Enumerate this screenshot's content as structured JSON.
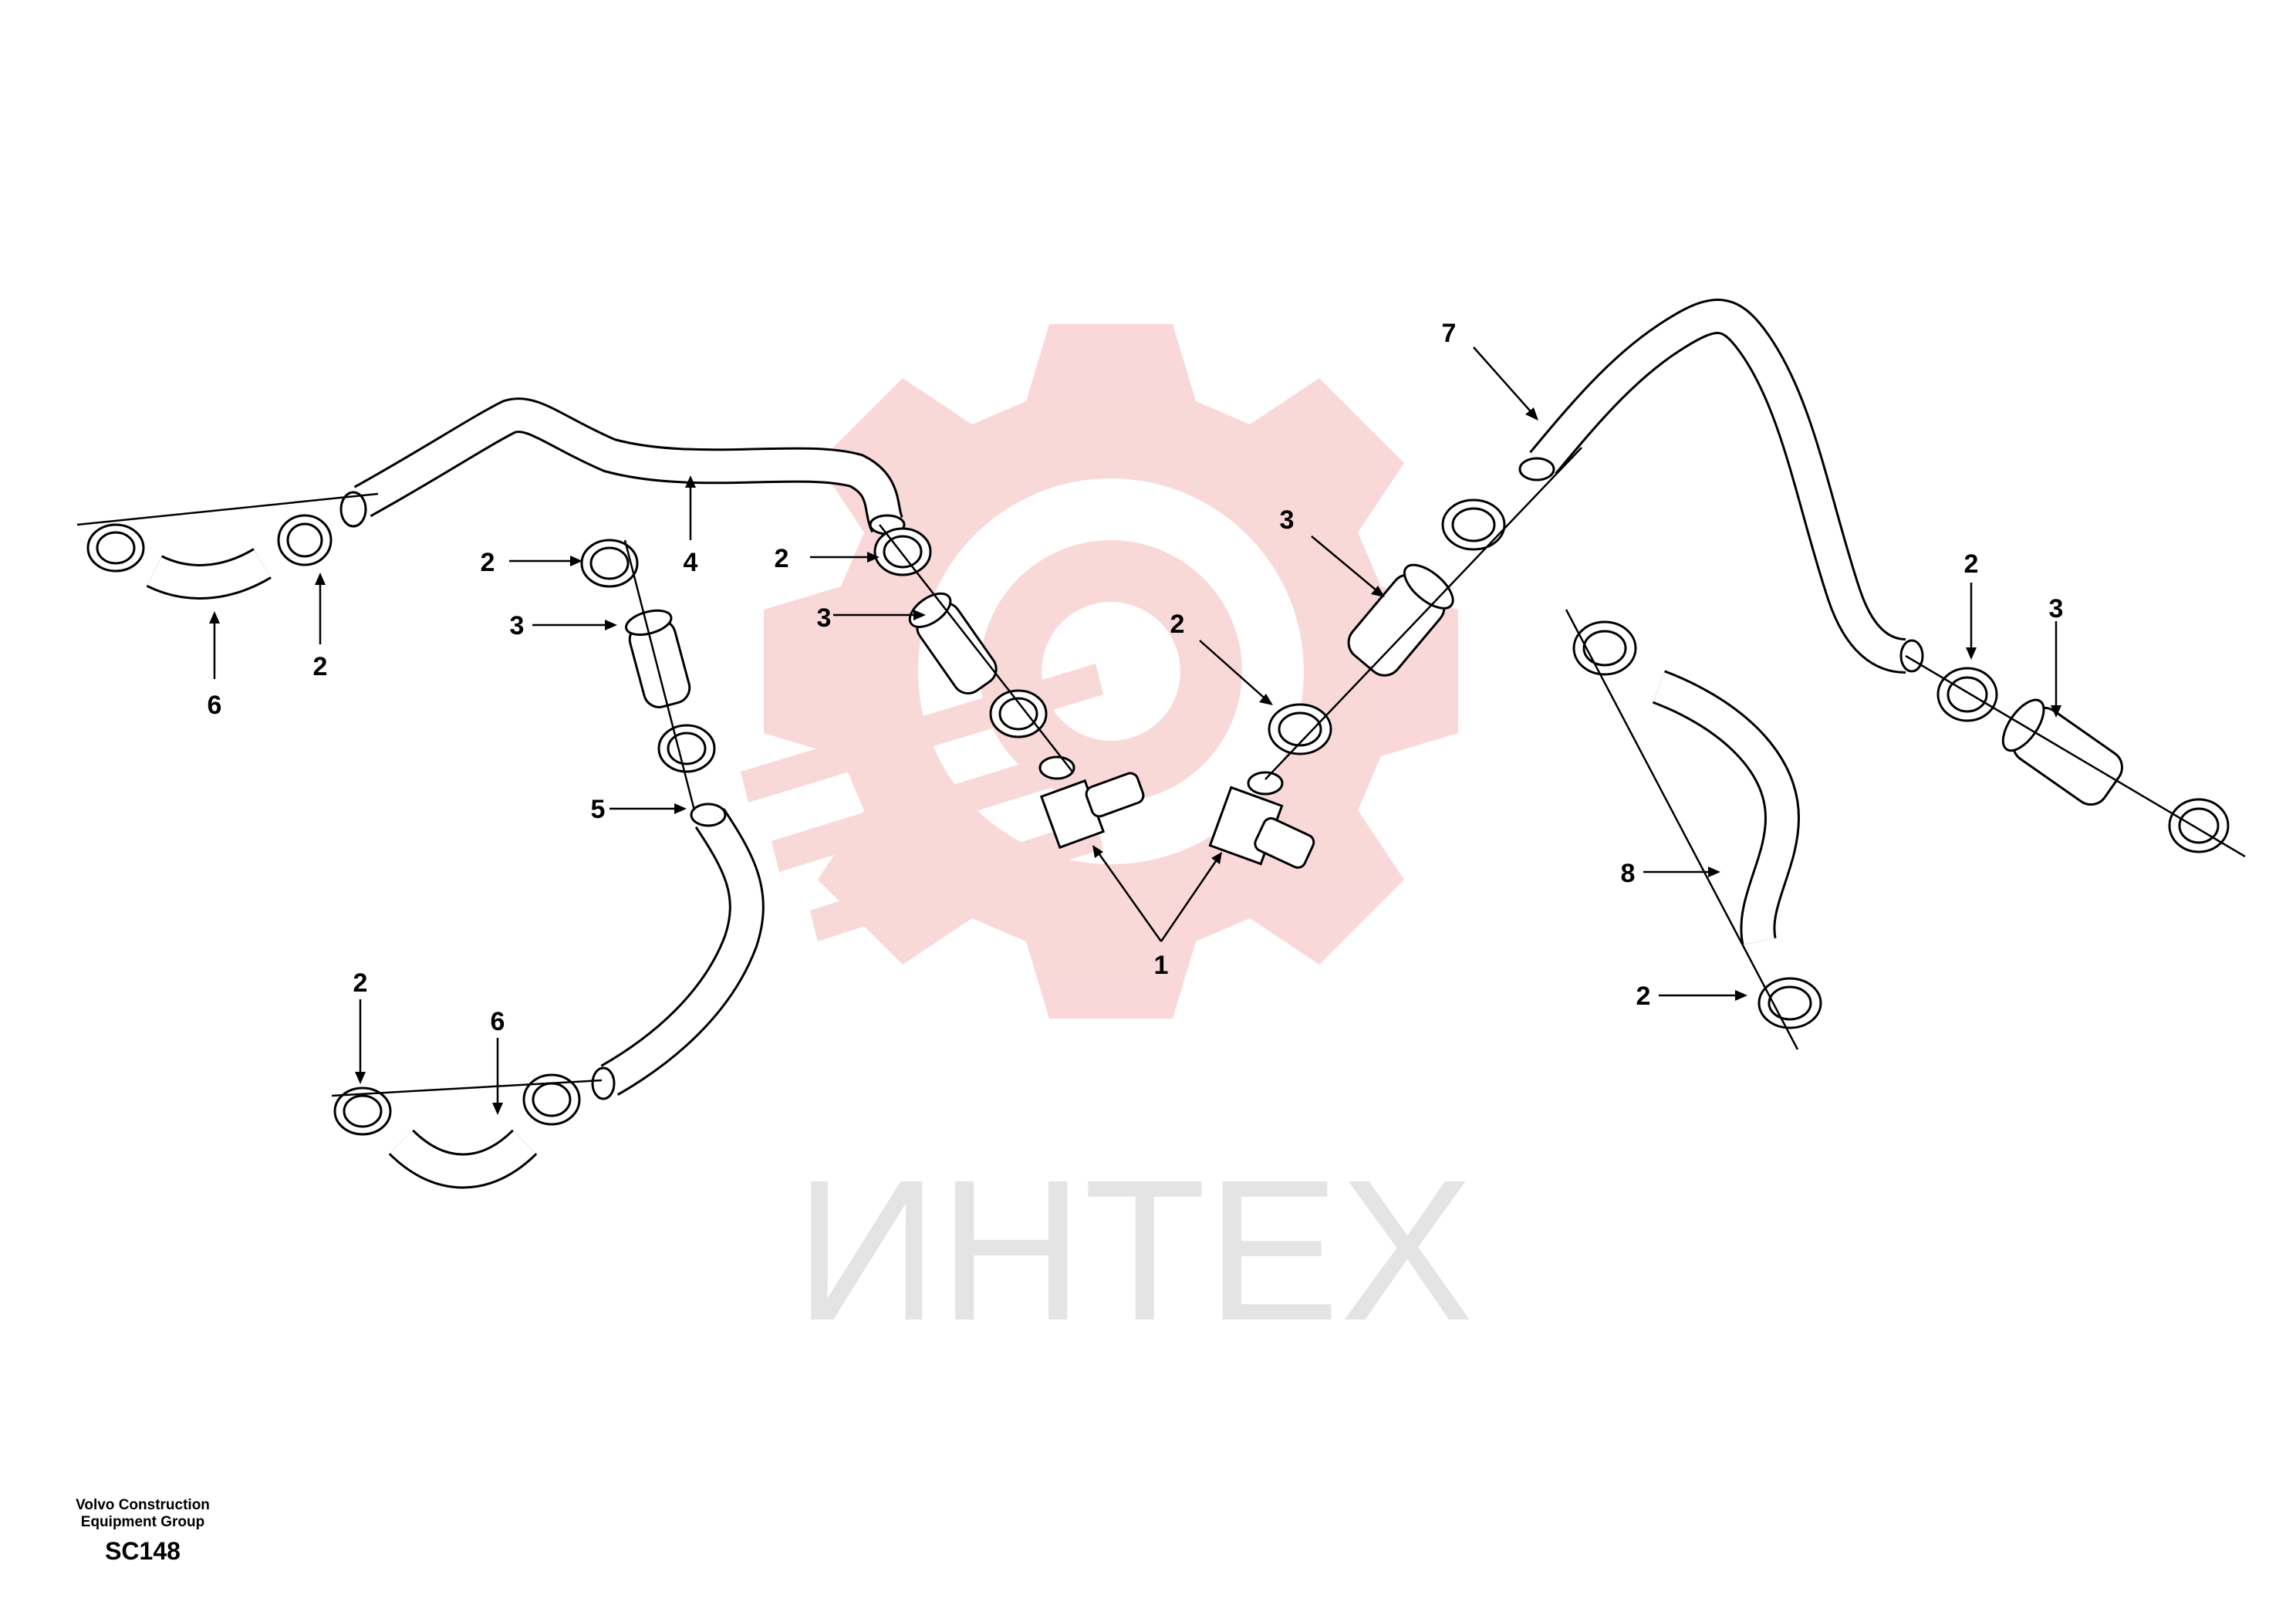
{
  "watermark": {
    "text": "ИНТЕХ",
    "color": "#f3a9ab",
    "text_color": "#e3e3e3"
  },
  "callouts": {
    "c1": "1",
    "c2": "2",
    "c3": "3",
    "c4": "4",
    "c5": "5",
    "c6": "6",
    "c7": "7",
    "c8": "8"
  },
  "footer": {
    "line1": "Volvo Construction",
    "line2": "Equipment Group",
    "code": "SC148"
  }
}
